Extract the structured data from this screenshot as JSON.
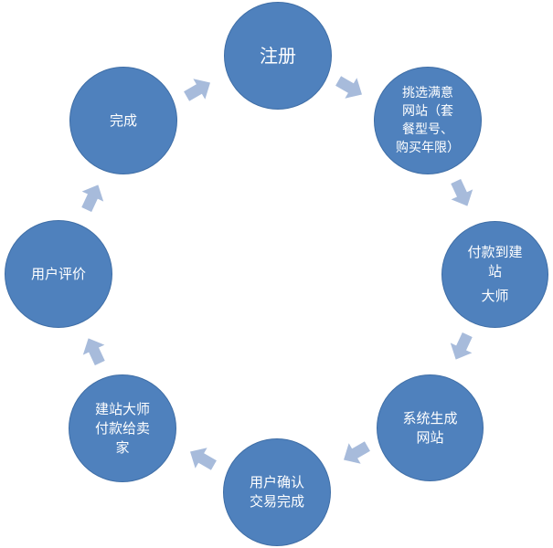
{
  "colors": {
    "node_fill": "#4f81bd",
    "arrow_fill": "#a7bbdb",
    "text": "#ffffff"
  },
  "nodes": {
    "register": {
      "label": "注册"
    },
    "select": {
      "label": "挑选满意\n网站（套\n餐型号、\n购买年限）"
    },
    "pay": {
      "label": "付款到建\n站",
      "sub": "大师"
    },
    "generate": {
      "label": "系统生成\n网站"
    },
    "confirm": {
      "label": "用户确认\n交易完成"
    },
    "payout": {
      "label": "建站大师\n付款给卖\n家"
    },
    "review": {
      "label": "用户评价"
    },
    "complete": {
      "label": "完成"
    }
  }
}
